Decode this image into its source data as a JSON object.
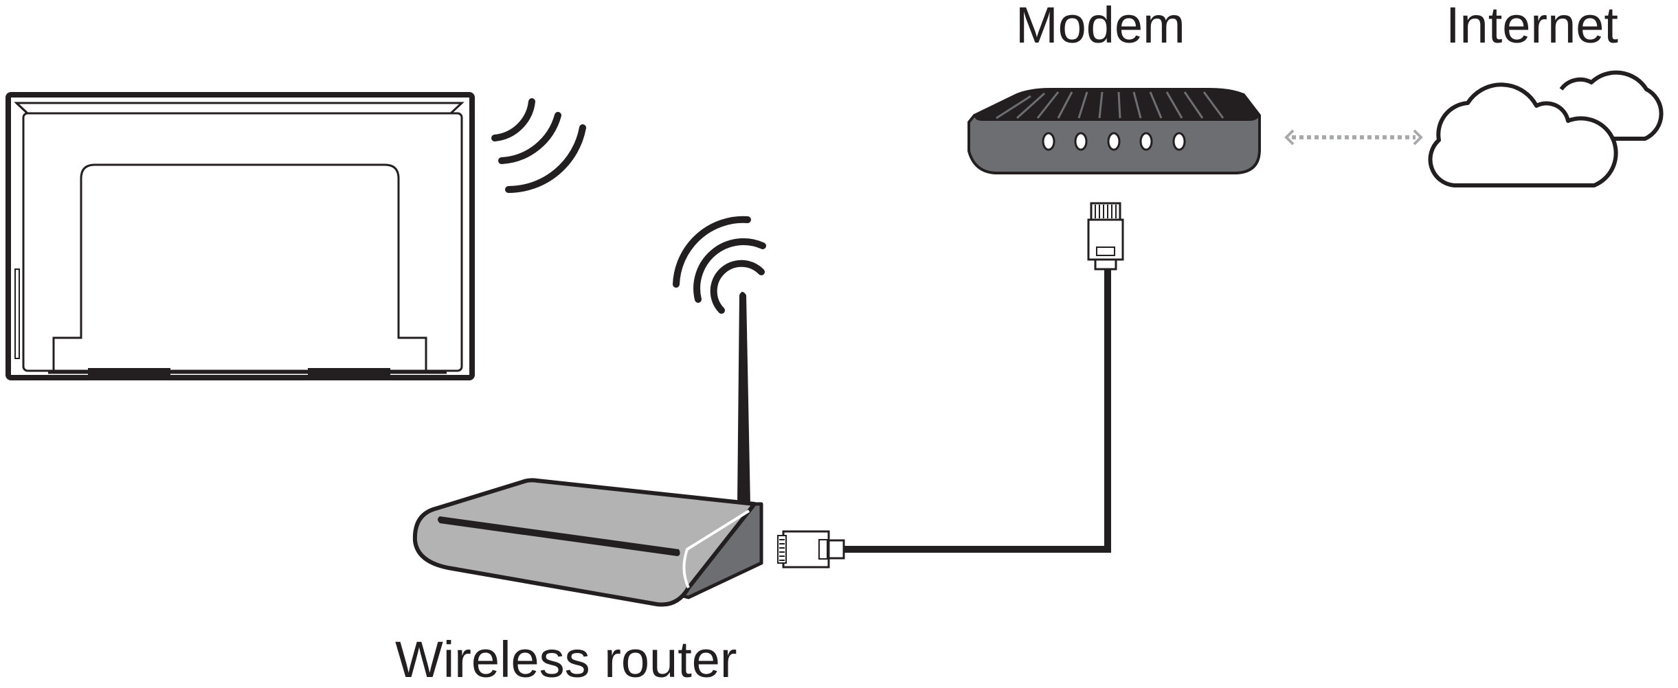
{
  "labels": {
    "modem": "Modem",
    "internet": "Internet",
    "wireless_router": "Wireless router"
  },
  "colors": {
    "outline": "#231f20",
    "device_body": "#b3b3b3",
    "device_side": "#6d6e71",
    "dark_grill": "#231f20",
    "dotted_link": "#a7a9ac",
    "tv_fill": "#ffffff"
  },
  "icons": {
    "tv": "tv-back-icon",
    "tv_signal": "wifi-waves-icon",
    "router_signal": "wifi-waves-icon",
    "modem": "modem-icon",
    "router": "wireless-router-icon",
    "cloud": "cloud-icon",
    "ethernet_plug": "rj45-plug-icon"
  }
}
